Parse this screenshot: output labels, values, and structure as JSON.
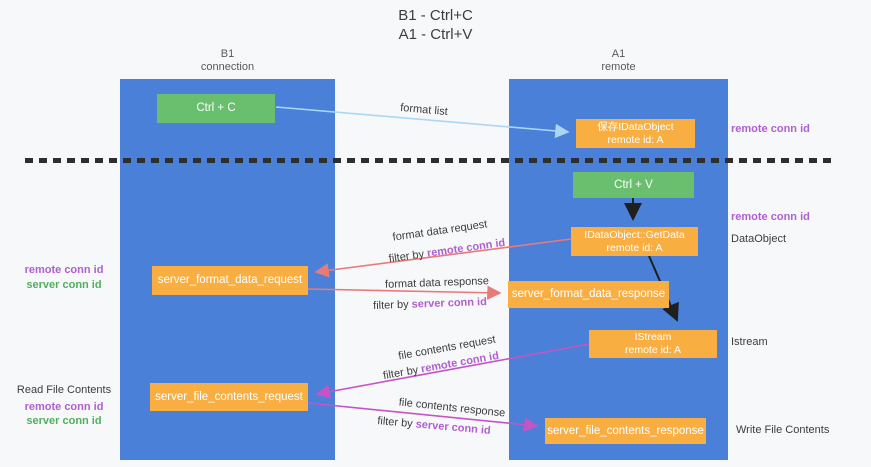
{
  "title": {
    "line1": "B1 - Ctrl+C",
    "line2": "A1 - Ctrl+V"
  },
  "headers": {
    "left": {
      "name": "B1",
      "sub": "connection"
    },
    "right": {
      "name": "A1",
      "sub": "remote"
    }
  },
  "nodes": {
    "ctrl_c": {
      "label": "Ctrl + C"
    },
    "save_idataobject": {
      "line1": "保存IDataObject",
      "line2": "remote id: A"
    },
    "ctrl_v": {
      "label": "Ctrl + V"
    },
    "getdata": {
      "line1": "IDataObject::GetData",
      "line2": "remote id: A"
    },
    "format_request": {
      "label": "server_format_data_request"
    },
    "format_response": {
      "label": "server_format_data_response"
    },
    "istream": {
      "line1": "IStream",
      "line2": "remote id: A"
    },
    "file_request": {
      "label": "server_file_contents_request"
    },
    "file_response": {
      "label": "server_file_contents_response"
    }
  },
  "arrows": {
    "format_list": {
      "label": "format list"
    },
    "format_data_request": {
      "line1": "format data request",
      "filter_prefix": "filter by ",
      "filter_key": "remote conn id"
    },
    "format_data_response": {
      "line1": "format data response",
      "filter_prefix": "filter by ",
      "filter_key": "server conn id"
    },
    "file_contents_request": {
      "line1": "file contents request",
      "filter_prefix": "filter by ",
      "filter_key": "remote conn id"
    },
    "file_contents_response": {
      "line1": "file contents response",
      "filter_prefix": "filter by ",
      "filter_key": "server conn id"
    }
  },
  "side_labels": {
    "right_remote_conn_id_1": "remote conn id",
    "right_remote_conn_id_2": "remote conn id",
    "dataobject": "DataObject",
    "istream": "Istream",
    "write_file_contents": "Write File Contents",
    "left_remote_conn_id_1": "remote conn id",
    "left_server_conn_id_1": "server conn id",
    "read_file_contents": "Read File Contents",
    "left_remote_conn_id_2": "remote conn id",
    "left_server_conn_id_2": "server conn id"
  },
  "colors": {
    "machine_fill": "#4a80d8",
    "action_fill": "#6abf6e",
    "object_fill": "#f9ae42",
    "remote_conn_id_text": "#b05fd0",
    "server_conn_id_text": "#52ae5e",
    "format_arrow": "#e87a7a",
    "file_arrow": "#c455c4",
    "format_list_arrow": "#a9d7f5",
    "divider": "#2e2e2e"
  }
}
